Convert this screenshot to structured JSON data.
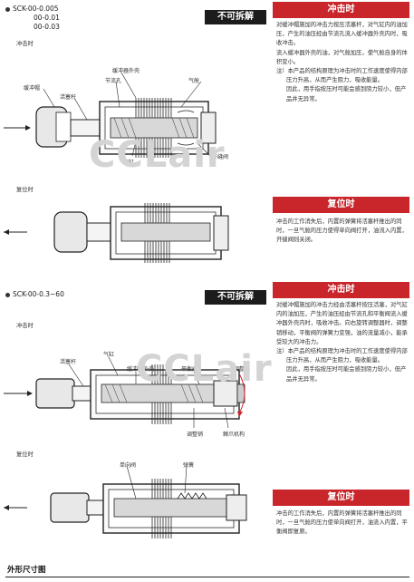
{
  "section1": {
    "models": [
      "SCK-00-0.005",
      "00-0.01",
      "00-0.03"
    ],
    "banner": "不可拆解",
    "impact_heading": "冲击时",
    "impact_text": [
      {
        "kind": "p",
        "text": "对缓冲帽施加的冲击力按压活塞杆，对气缸内的油加压，产生的油压经由节流孔流入缓冲器外壳内时，吸收冲击。"
      },
      {
        "kind": "p",
        "text": "流入缓冲器外壳的油，对气舱加压，使气舱自身的体积变小。"
      },
      {
        "kind": "note",
        "text": "注）本产品的结构原理为冲击时的工作速度使得内部压力升高，从而产生阻力，吸收能量。"
      },
      {
        "kind": "indent",
        "text": "因此，用手指按压时可能会感到阻力较小，但产品并无异常。"
      }
    ],
    "return_heading": "复位时",
    "return_text": "冲击的工作消失后，内置的弹簧将活塞杆推出的同时，一旦气舱的压力使得单向阀打开，油流入内置，开缝阀则关闭。",
    "impact_label": "冲击时",
    "return_label": "复位时",
    "diagram1_labels": {
      "cap": "缓冲帽",
      "rod": "活塞杆",
      "orifice": "节流孔",
      "outer": "缓冲器外壳",
      "bladder": "气舱",
      "cylinder": "气缸",
      "slit": "开缝阀"
    }
  },
  "section2": {
    "model": "SCK-00-0.3~60",
    "banner": "不可拆解",
    "impact_heading": "冲击时",
    "impact_text": [
      {
        "kind": "p",
        "text": "对缓冲帽施加的冲击力经由活塞杆按压活塞，对气缸内的油加压，产生的油压经由节流孔和平衡阀流入缓冲器外壳内时，吸收冲击。向右旋转调整器时，调整销移动，平衡阀的弹簧力变强，油的流量减小，能承受较大的冲击力。"
      },
      {
        "kind": "note",
        "text": "注）本产品的结构原理为冲击时的工作速度使得内部压力升高，从而产生阻力，吸收能量。"
      },
      {
        "kind": "indent",
        "text": "因此，用手指按压时可能会感到阻力较小，但产品并无异常。"
      }
    ],
    "return_heading": "复位时",
    "return_text": "冲击的工作消失后，内置的弹簧将活塞杆推出的同时，一旦气舱的压力使单向阀打开，油流入内置，平衡阀即复原。",
    "impact_label": "冲击时",
    "return_label": "复位时",
    "diagram2_labels": {
      "rod": "活塞杆",
      "cylinder": "气缸",
      "outer": "缓冲器外壳",
      "balance": "平衡阀",
      "adjuster": "调整器",
      "adjust_pin": "调整销",
      "detent": "棘爪机构",
      "check": "单向阀",
      "spring": "弹簧"
    }
  },
  "watermark": "CCLair",
  "footer_title": "外形尺寸图"
}
